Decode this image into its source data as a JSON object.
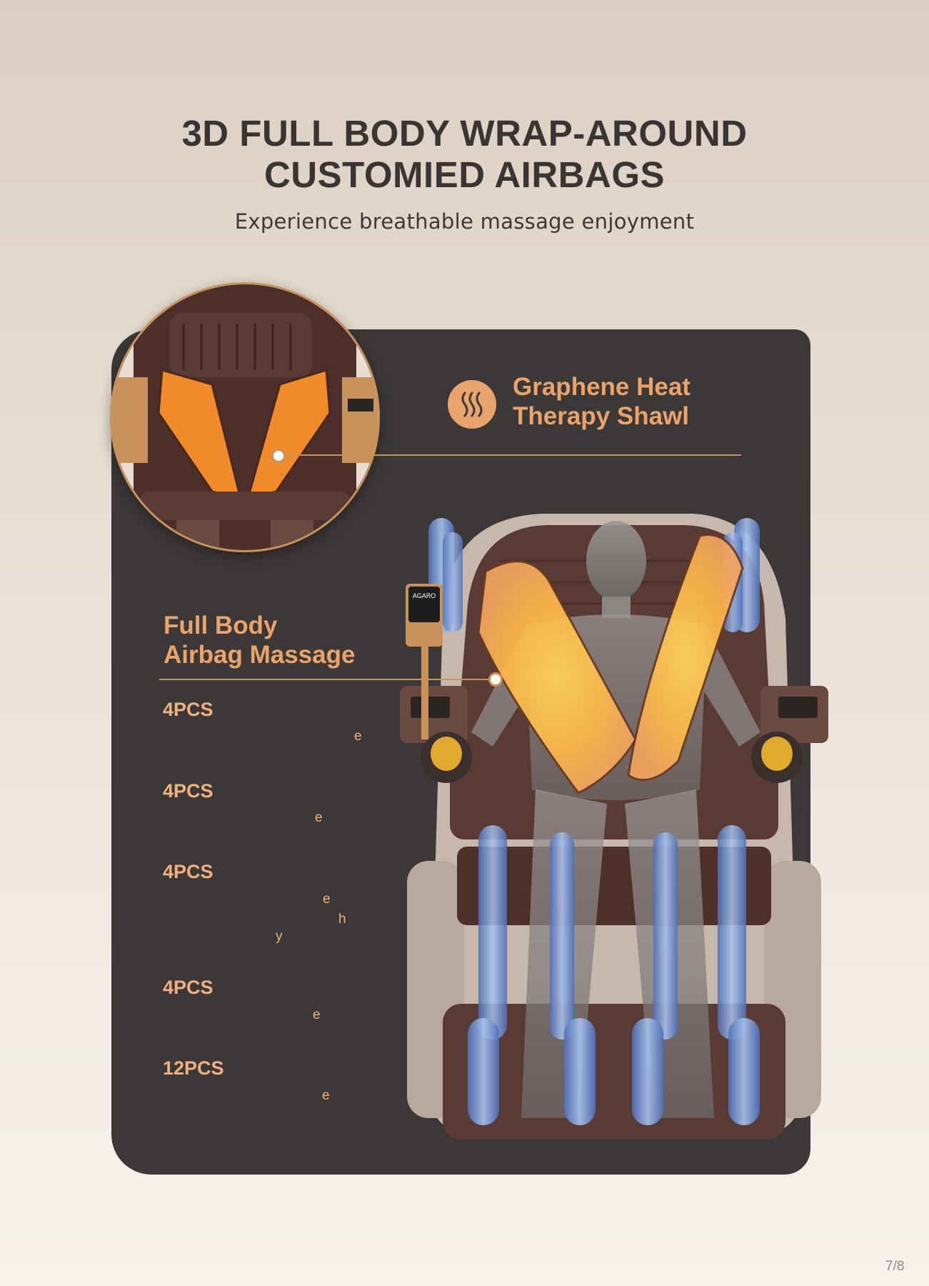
{
  "heading": {
    "line1": "3D FULL BODY WRAP-AROUND",
    "line2": "CUSTOMIED AIRBAGS",
    "subtitle": "Experience breathable massage enjoyment"
  },
  "heat": {
    "title_line1": "Graphene Heat",
    "title_line2": "Therapy Shawl",
    "icon": "heat-waves-icon"
  },
  "airbag": {
    "title_line1": "Full Body",
    "title_line2": "Airbag Massage",
    "counts": [
      "4PCS",
      "4PCS",
      "4PCS",
      "4PCS",
      "12PCS"
    ],
    "fragments": [
      "e",
      "e",
      "e",
      "h",
      "y",
      "e",
      "e"
    ]
  },
  "remote": {
    "brand": "AGARO"
  },
  "pagination": {
    "label": "7/8"
  },
  "colors": {
    "accent": "#eba36c",
    "panel": "#3d3838",
    "chair_brown": "#5a3a34",
    "chair_beige": "#c7b7ad",
    "airbag_blue": "#7aa0d8",
    "heat_orange": "#f08a2a"
  }
}
